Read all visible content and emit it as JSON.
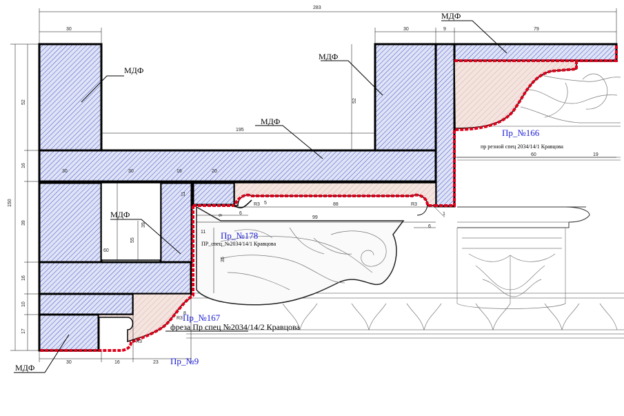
{
  "materials": {
    "mdf": "МДФ"
  },
  "profiles": {
    "pr166": "Пр_№166",
    "pr178": "Пр_№178",
    "pr167": "Пр_№167",
    "pr9": "Пр_№9"
  },
  "notes": {
    "pr166_note": "пр резной спец 2034/14/1  Кравцова",
    "pr178_note": "ПР_спец_№2034/14/1  Кравцова",
    "freza_note": "фреза Пр спец №2034/14/2 Кравцова"
  },
  "dims": {
    "d283": "283",
    "d30a": "30",
    "d30b": "30",
    "d9": "9",
    "d79": "79",
    "d52a": "52",
    "d52b": "52",
    "d195": "195",
    "d150": "150",
    "d16a": "16",
    "d39": "39",
    "d16b": "16",
    "d10": "10",
    "d17": "17",
    "d30c": "30",
    "d30d": "30",
    "d16c": "16",
    "d20": "20",
    "d60a": "60",
    "d19": "19",
    "d88": "88",
    "d99": "99",
    "d5": "5",
    "d6a": "6",
    "d6b": "6",
    "d9b": "9",
    "d1": "1",
    "d11a": "11",
    "d11b": "11",
    "d39b": "39",
    "d55": "55",
    "d60b": "60",
    "d35": "35",
    "d8": "8",
    "d30e": "30",
    "d16d": "16",
    "d23": "23",
    "r3a": "R3",
    "r3b": "R3",
    "r3c": "R3",
    "r3d": "R3"
  },
  "colors": {
    "mdf_fill": "#dfe3f5",
    "hatch": "#2f3fc8",
    "profile_fill": "#f4e4e0",
    "profile_hatch": "#c07a6a",
    "edge_red": "#e0001a",
    "callout_blue": "#1a1ad6"
  }
}
